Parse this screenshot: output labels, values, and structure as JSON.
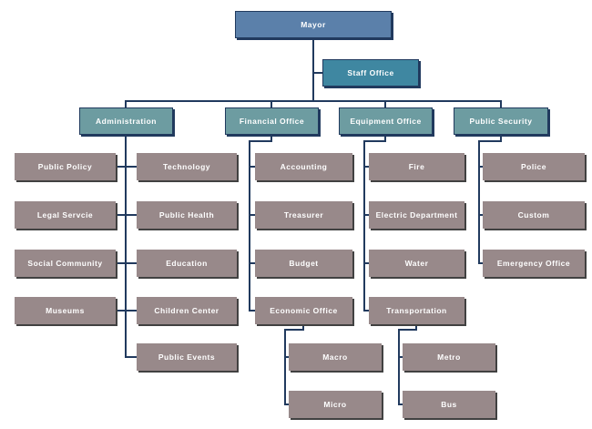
{
  "nodes": {
    "mayor": {
      "label": "Mayor",
      "level": "root"
    },
    "staff_office": {
      "label": "Staff Office",
      "level": "assistant"
    },
    "administration": {
      "label": "Administration",
      "level": "department"
    },
    "financial_office": {
      "label": "Financial Office",
      "level": "department"
    },
    "equipment_office": {
      "label": "Equipment Office",
      "level": "department"
    },
    "public_security": {
      "label": "Public Security",
      "level": "department"
    },
    "public_policy": {
      "label": "Public Policy",
      "level": "unit"
    },
    "legal_servcie": {
      "label": "Legal Servcie",
      "level": "unit"
    },
    "social_community": {
      "label": "Social Community",
      "level": "unit"
    },
    "museums": {
      "label": "Museums",
      "level": "unit"
    },
    "technology": {
      "label": "Technology",
      "level": "unit"
    },
    "public_health": {
      "label": "Public Health",
      "level": "unit"
    },
    "education": {
      "label": "Education",
      "level": "unit"
    },
    "children_center": {
      "label": "Children Center",
      "level": "unit"
    },
    "public_events": {
      "label": "Public Events",
      "level": "unit"
    },
    "accounting": {
      "label": "Accounting",
      "level": "unit"
    },
    "treasurer": {
      "label": "Treasurer",
      "level": "unit"
    },
    "budget": {
      "label": "Budget",
      "level": "unit"
    },
    "economic_office": {
      "label": "Economic Office",
      "level": "unit"
    },
    "macro": {
      "label": "Macro",
      "level": "unit"
    },
    "micro": {
      "label": "Micro",
      "level": "unit"
    },
    "fire": {
      "label": "Fire",
      "level": "unit"
    },
    "electric_department": {
      "label": "Electric Department",
      "level": "unit"
    },
    "water": {
      "label": "Water",
      "level": "unit"
    },
    "transportation": {
      "label": "Transportation",
      "level": "unit"
    },
    "metro": {
      "label": "Metro",
      "level": "unit"
    },
    "bus": {
      "label": "Bus",
      "level": "unit"
    },
    "police": {
      "label": "Police",
      "level": "unit"
    },
    "custom": {
      "label": "Custom",
      "level": "unit"
    },
    "emergency_office": {
      "label": "Emergency Office",
      "level": "unit"
    }
  },
  "hierarchy": {
    "id": "mayor",
    "children": [
      {
        "id": "staff_office",
        "assistant": true
      },
      {
        "id": "administration",
        "children": [
          {
            "id": "public_policy"
          },
          {
            "id": "legal_servcie"
          },
          {
            "id": "social_community"
          },
          {
            "id": "museums"
          },
          {
            "id": "technology"
          },
          {
            "id": "public_health"
          },
          {
            "id": "education"
          },
          {
            "id": "children_center"
          },
          {
            "id": "public_events"
          }
        ]
      },
      {
        "id": "financial_office",
        "children": [
          {
            "id": "accounting"
          },
          {
            "id": "treasurer"
          },
          {
            "id": "budget"
          },
          {
            "id": "economic_office",
            "children": [
              {
                "id": "macro"
              },
              {
                "id": "micro"
              }
            ]
          }
        ]
      },
      {
        "id": "equipment_office",
        "children": [
          {
            "id": "fire"
          },
          {
            "id": "electric_department"
          },
          {
            "id": "water"
          },
          {
            "id": "transportation",
            "children": [
              {
                "id": "metro"
              },
              {
                "id": "bus"
              }
            ]
          }
        ]
      },
      {
        "id": "public_security",
        "children": [
          {
            "id": "police"
          },
          {
            "id": "custom"
          },
          {
            "id": "emergency_office"
          }
        ]
      }
    ]
  },
  "colors": {
    "line": "#213a5e",
    "root_fill": "#5b80aa",
    "staff_fill": "#3f87a1",
    "dept_fill": "#6d9ca1",
    "unit_fill": "#98898a",
    "unit_shadow": "#414141",
    "text": "#ffffff"
  }
}
